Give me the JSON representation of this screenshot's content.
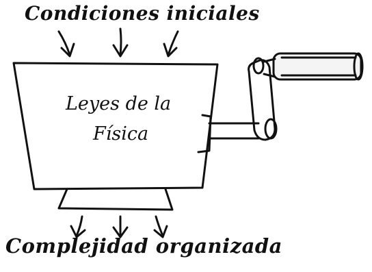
{
  "diagram": {
    "top_label": "Condiciones iniciales",
    "box_line1": "Leyes de la",
    "box_line2": "Física",
    "bottom_label": "Complejidad organizada"
  },
  "icons": {
    "input_arrows": "arrow-down-icon",
    "output_arrows": "arrow-down-icon",
    "crank": "crank-handle-icon"
  },
  "colors": {
    "ink": "#111111",
    "background": "#ffffff",
    "handle_fill": "#f4f4f4"
  }
}
